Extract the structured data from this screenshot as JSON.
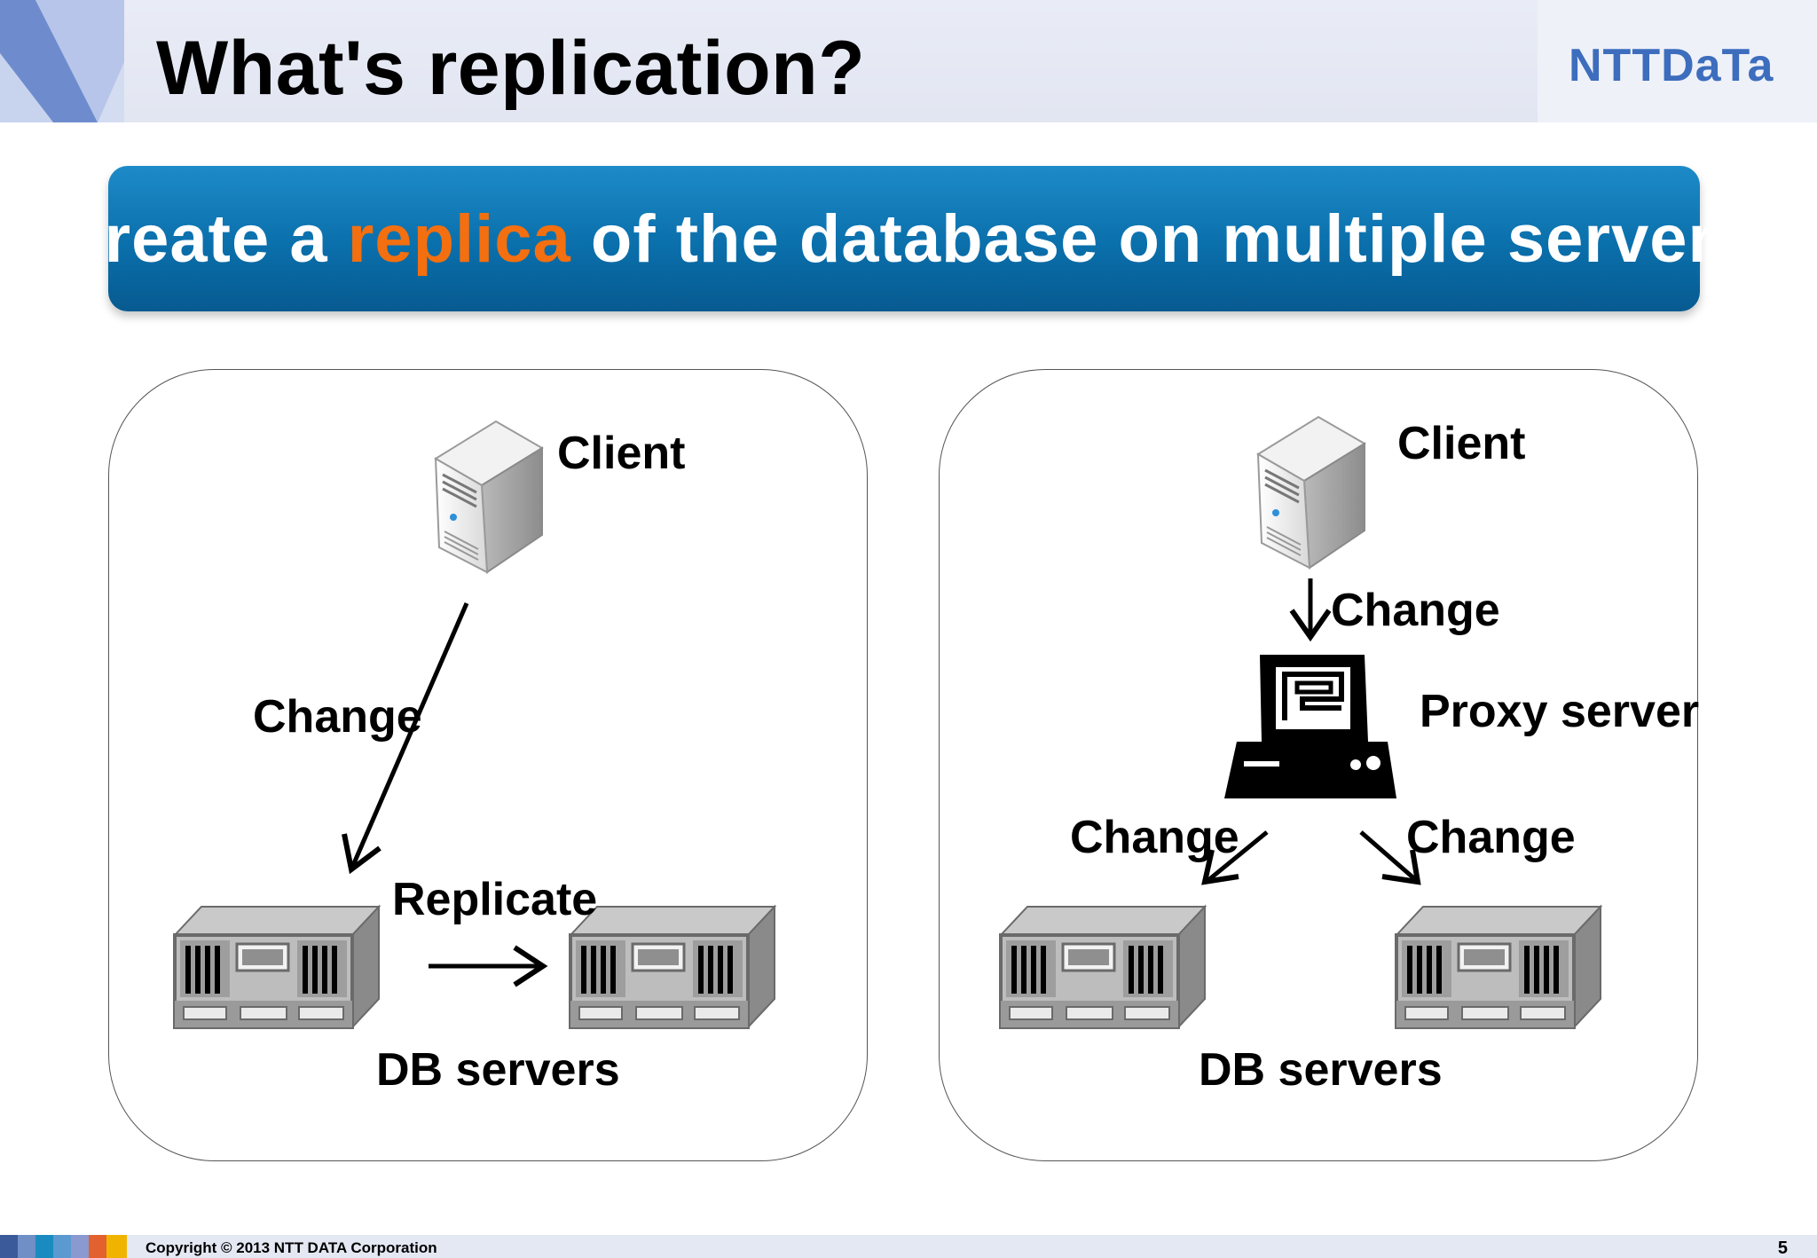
{
  "header": {
    "title": "What's replication?",
    "logo_text": "NTTDaTa"
  },
  "banner": {
    "text_before": "Create a ",
    "highlight": "replica",
    "text_after": " of the database on multiple servers",
    "highlight_color": "#f36f0f",
    "background_color": "#0a6fab"
  },
  "left_panel": {
    "client_label": "Client",
    "change_label": "Change",
    "replicate_label": "Replicate",
    "db_label": "DB servers"
  },
  "right_panel": {
    "client_label": "Client",
    "change_top_label": "Change",
    "proxy_label": "Proxy server",
    "change_left_label": "Change",
    "change_right_label": "Change",
    "db_label": "DB servers"
  },
  "footer": {
    "copyright": "Copyright © 2013 NTT DATA Corporation",
    "page_number": "5",
    "swatch_colors": [
      "#3a5a9a",
      "#6f8fc6",
      "#1a8bc0",
      "#5b9ad0",
      "#8a9ad0",
      "#e2612e",
      "#f0b400"
    ]
  }
}
